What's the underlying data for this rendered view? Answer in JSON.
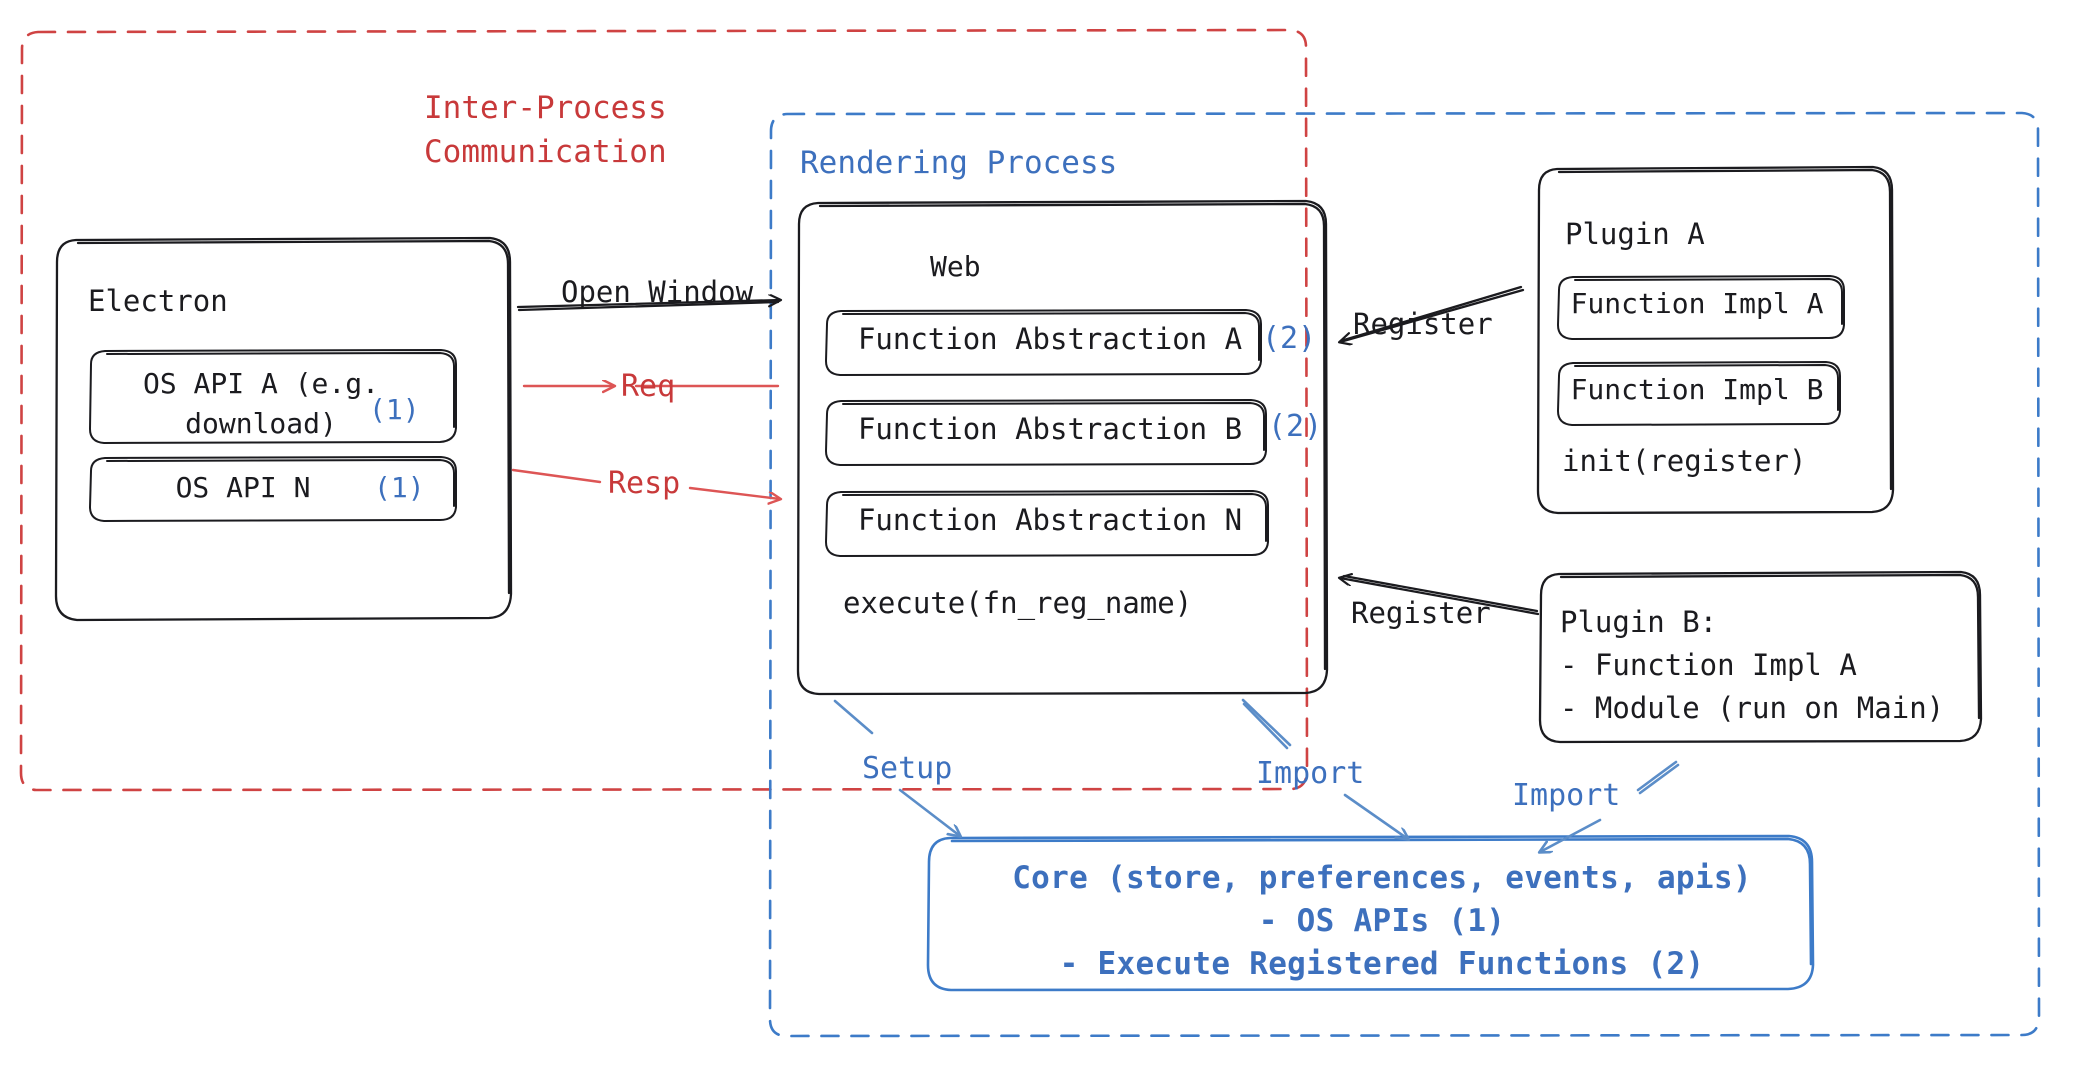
{
  "diagram": {
    "title": "Electron plugin architecture",
    "style": "hand-drawn",
    "colors": {
      "ink": "#1b1b1f",
      "red": "#c8393a",
      "blue": "#3d70bd",
      "background": "#ffffff"
    }
  },
  "containers": {
    "ipc": {
      "label": "Inter-Process\nCommunication",
      "border_color": "#c8393a",
      "border_style": "dashed"
    },
    "rendering_process": {
      "label": "Rendering Process",
      "border_color": "#3d70bd",
      "border_style": "dashed"
    }
  },
  "electron": {
    "title": "Electron",
    "apis": [
      {
        "label": "OS API A (e.g.\ndownload)",
        "badge": "(1)"
      },
      {
        "label": "OS API N",
        "badge": "(1)"
      }
    ]
  },
  "web": {
    "title": "Web",
    "abstractions": [
      {
        "label": "Function Abstraction A",
        "badge": "(2)"
      },
      {
        "label": "Function Abstraction B",
        "badge": "(2)"
      },
      {
        "label": "Function Abstraction N",
        "badge": ""
      }
    ],
    "method": "execute(fn_reg_name)"
  },
  "plugin_a": {
    "title": "Plugin A",
    "functions": [
      "Function Impl A",
      "Function Impl B"
    ],
    "init": "init(register)"
  },
  "plugin_b": {
    "title": "Plugin B:",
    "lines": [
      "- Function Impl A",
      "- Module (run on Main)"
    ]
  },
  "core": {
    "line1": "Core (store, preferences, events, apis)",
    "line2": "- OS APIs (1)",
    "line3": "- Execute Registered Functions (2)"
  },
  "arrows": {
    "open_window": "Open Window",
    "req": "Req",
    "resp": "Resp",
    "register_top": "Register",
    "register_bottom": "Register",
    "setup": "Setup",
    "import_web": "Import",
    "import_plugin_b": "Import"
  }
}
